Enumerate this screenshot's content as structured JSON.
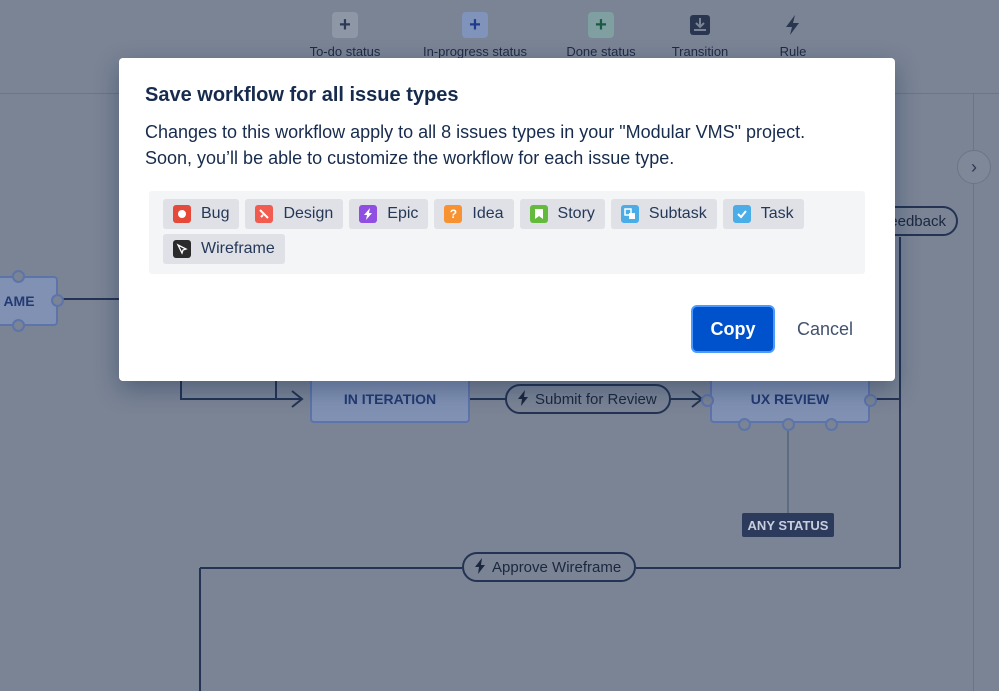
{
  "toolbar": {
    "items": [
      {
        "label": "To-do status",
        "icon": "plus-icon"
      },
      {
        "label": "In-progress status",
        "icon": "plus-icon"
      },
      {
        "label": "Done status",
        "icon": "plus-icon"
      },
      {
        "label": "Transition",
        "icon": "transition-icon"
      },
      {
        "label": "Rule",
        "icon": "lightning-icon"
      }
    ]
  },
  "canvas": {
    "statuses": {
      "left_partial": "AME",
      "in_iteration": "IN ITERATION",
      "ux_review": "UX REVIEW"
    },
    "transitions": {
      "submit_for_review": "Submit for Review",
      "approve_wireframe": "Approve Wireframe",
      "feedback_partial": "eedback"
    },
    "any_status": "ANY STATUS"
  },
  "modal": {
    "title": "Save workflow for all issue types",
    "description_line1": "Changes to this workflow apply to all 8 issues types in your \"Modular VMS\" project.",
    "description_line2": "Soon, you’ll be able to customize the workflow for each issue type.",
    "issue_types": [
      {
        "label": "Bug",
        "icon": "bug-icon",
        "color": "#e5493a"
      },
      {
        "label": "Design",
        "icon": "design-icon",
        "color": "#f15b50"
      },
      {
        "label": "Epic",
        "icon": "epic-icon",
        "color": "#904ee2"
      },
      {
        "label": "Idea",
        "icon": "idea-icon",
        "color": "#f79232"
      },
      {
        "label": "Story",
        "icon": "story-icon",
        "color": "#63ba3c"
      },
      {
        "label": "Subtask",
        "icon": "subtask-icon",
        "color": "#4bade8"
      },
      {
        "label": "Task",
        "icon": "task-icon",
        "color": "#4bade8"
      },
      {
        "label": "Wireframe",
        "icon": "wireframe-icon",
        "color": "#2b2b2b"
      }
    ],
    "copy_label": "Copy",
    "cancel_label": "Cancel"
  }
}
